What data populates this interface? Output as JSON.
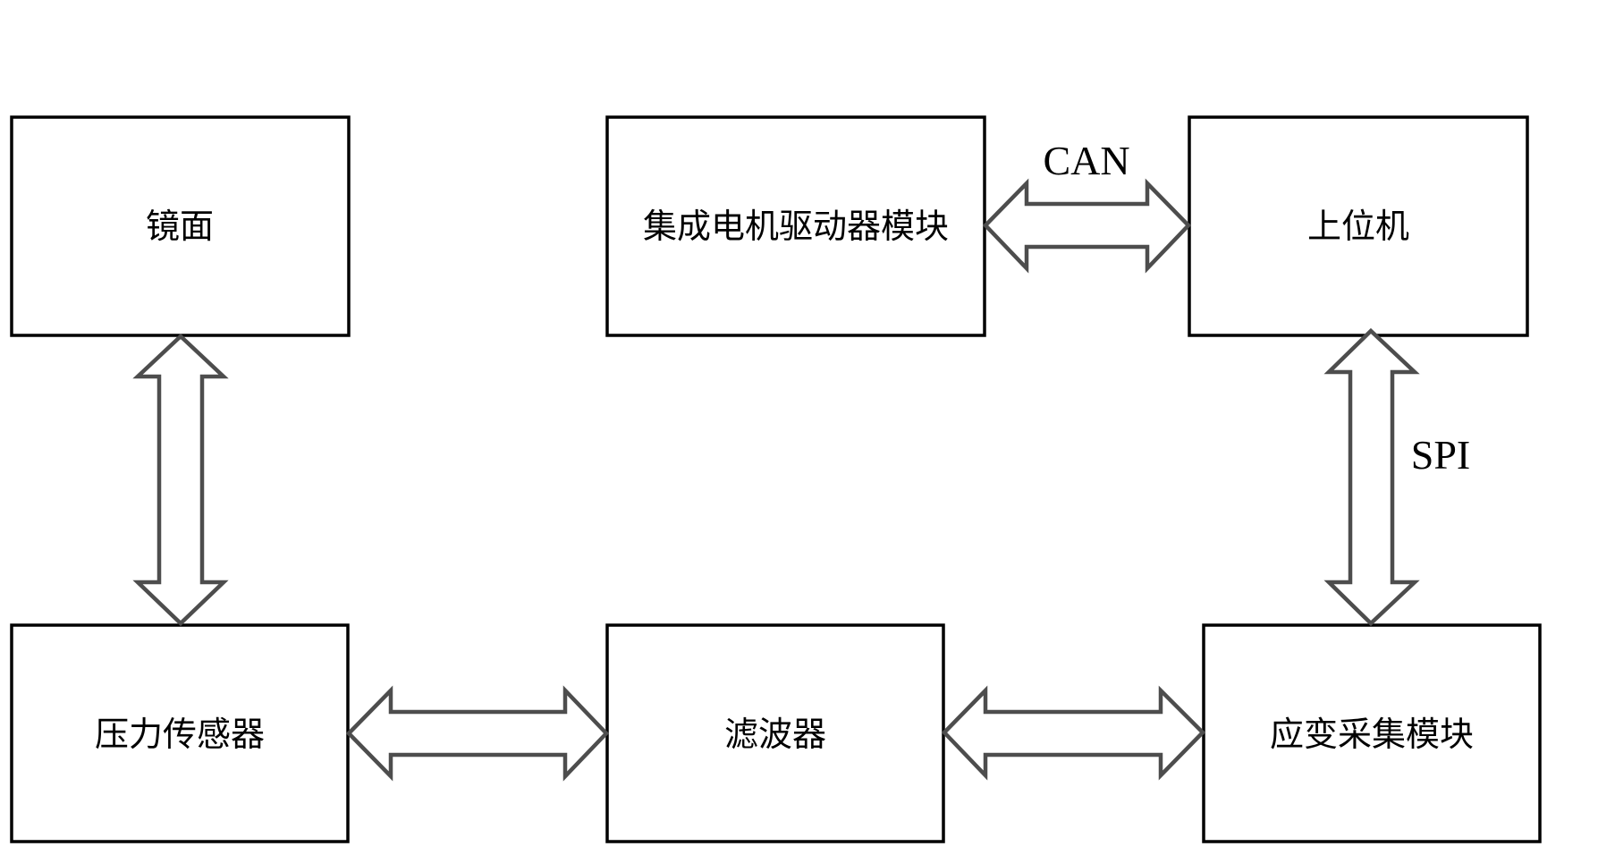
{
  "diagram": {
    "nodes": [
      {
        "id": "mirror",
        "label": "镜面"
      },
      {
        "id": "motor-driver",
        "label": "集成电机驱动器模块"
      },
      {
        "id": "host",
        "label": "上位机"
      },
      {
        "id": "pressure-sensor",
        "label": "压力传感器"
      },
      {
        "id": "filter",
        "label": "滤波器"
      },
      {
        "id": "strain-acquisition",
        "label": "应变采集模块"
      }
    ],
    "edges": [
      {
        "from": "mirror",
        "to": "pressure-sensor",
        "label": "",
        "direction": "bidirectional"
      },
      {
        "from": "motor-driver",
        "to": "host",
        "label": "CAN",
        "direction": "bidirectional"
      },
      {
        "from": "host",
        "to": "strain-acquisition",
        "label": "SPI",
        "direction": "bidirectional"
      },
      {
        "from": "pressure-sensor",
        "to": "filter",
        "label": "",
        "direction": "bidirectional"
      },
      {
        "from": "filter",
        "to": "strain-acquisition",
        "label": "",
        "direction": "bidirectional"
      }
    ],
    "colors": {
      "box_stroke": "#000000",
      "arrow_stroke": "#4d4d4d",
      "background": "#ffffff"
    }
  }
}
